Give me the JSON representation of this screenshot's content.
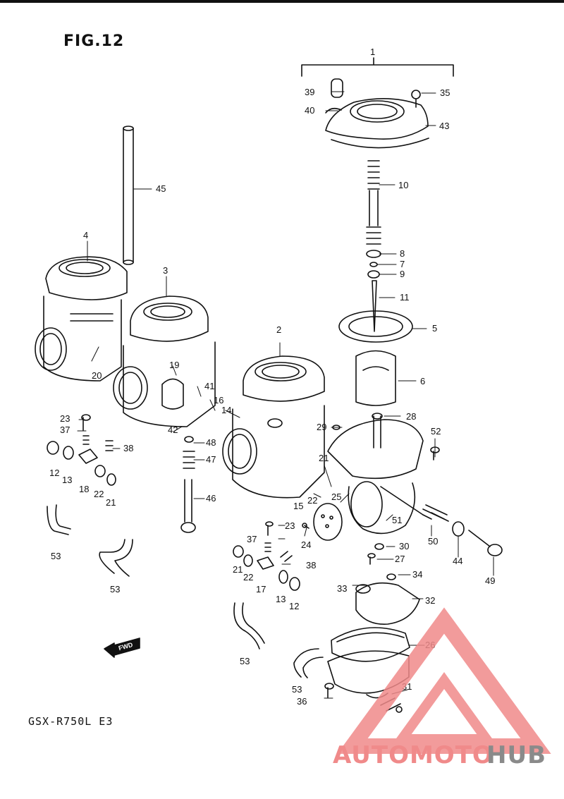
{
  "figure": {
    "title": "FIG.12",
    "model": "GSX-R750L E3",
    "fwd_label": "FWD"
  },
  "watermark": {
    "brand_prefix": "AUTOMOTO",
    "brand_suffix": "HUB",
    "color_primary": "#f08a8a",
    "color_secondary": "#8a8a8a"
  },
  "callouts": [
    "1",
    "2",
    "3",
    "4",
    "5",
    "6",
    "7",
    "8",
    "9",
    "10",
    "11",
    "12",
    "13",
    "14",
    "15",
    "16",
    "17",
    "18",
    "19",
    "20",
    "21",
    "22",
    "23",
    "24",
    "25",
    "26",
    "27",
    "28",
    "29",
    "30",
    "31",
    "32",
    "33",
    "34",
    "35",
    "36",
    "37",
    "38",
    "39",
    "40",
    "41",
    "42",
    "43",
    "44",
    "45",
    "46",
    "47",
    "48",
    "49",
    "50",
    "51",
    "52",
    "53"
  ]
}
